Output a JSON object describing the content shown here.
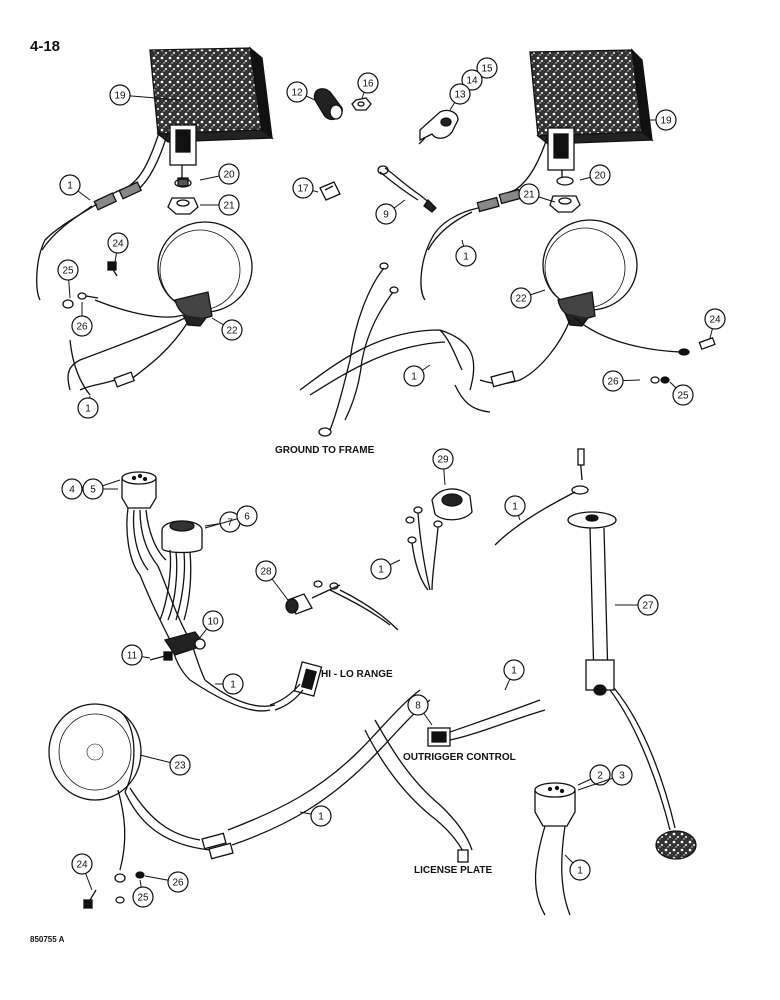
{
  "page_number": "4-18",
  "figure_code": "850755 A",
  "labels": {
    "ground": "GROUND TO FRAME",
    "hi_lo": "HI - LO RANGE",
    "outrigger": "OUTRIGGER CONTROL",
    "license": "LICENSE PLATE"
  },
  "callouts": [
    "19",
    "12",
    "16",
    "15",
    "14",
    "13",
    "19",
    "20",
    "21",
    "1",
    "17",
    "9",
    "20",
    "21",
    "24",
    "25",
    "26",
    "22",
    "1",
    "22",
    "24",
    "1",
    "26",
    "25",
    "1",
    "29",
    "4",
    "5",
    "7",
    "6",
    "1",
    "28",
    "1",
    "27",
    "10",
    "11",
    "1",
    "1",
    "8",
    "23",
    "1",
    "2",
    "3",
    "24",
    "25",
    "26",
    "1"
  ]
}
